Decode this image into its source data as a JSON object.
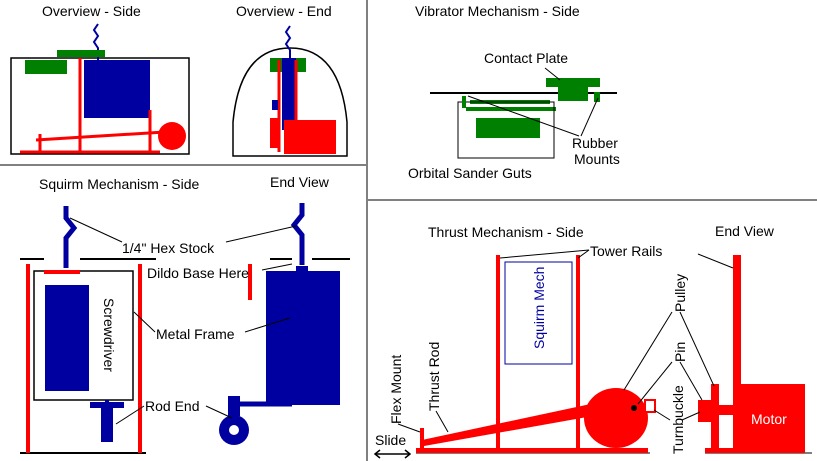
{
  "colors": {
    "red": "#ff0000",
    "blue": "#0000a0",
    "green": "#008000",
    "black": "#000000",
    "divider": "#808080"
  },
  "panels": {
    "overview_side": {
      "title": "Overview - Side"
    },
    "overview_end": {
      "title": "Overview - End"
    },
    "vibrator": {
      "title": "Vibrator Mechanism - Side",
      "labels": {
        "contact_plate": "Contact Plate",
        "rubber": "Rubber",
        "mounts": "Mounts",
        "orbital": "Orbital Sander Guts"
      }
    },
    "squirm": {
      "title": "Squirm Mechanism - Side",
      "end_view": "End View",
      "labels": {
        "hex_stock": "1/4\" Hex Stock",
        "dildo_base": "Dildo Base Here",
        "metal_frame": "Metal Frame",
        "screwdriver": "Screwdriver",
        "rod_end": "Rod End"
      }
    },
    "thrust": {
      "title": "Thrust Mechanism - Side",
      "end_view": "End View",
      "labels": {
        "tower_rails": "Tower Rails",
        "squirm_mech": "Squirm Mech",
        "pulley": "Pulley",
        "pin": "Pin",
        "turnbuckle": "Turnbuckle",
        "flex_mount": "Flex Mount",
        "thrust_rod": "Thrust Rod",
        "slide": "Slide",
        "motor": "Motor"
      }
    }
  }
}
